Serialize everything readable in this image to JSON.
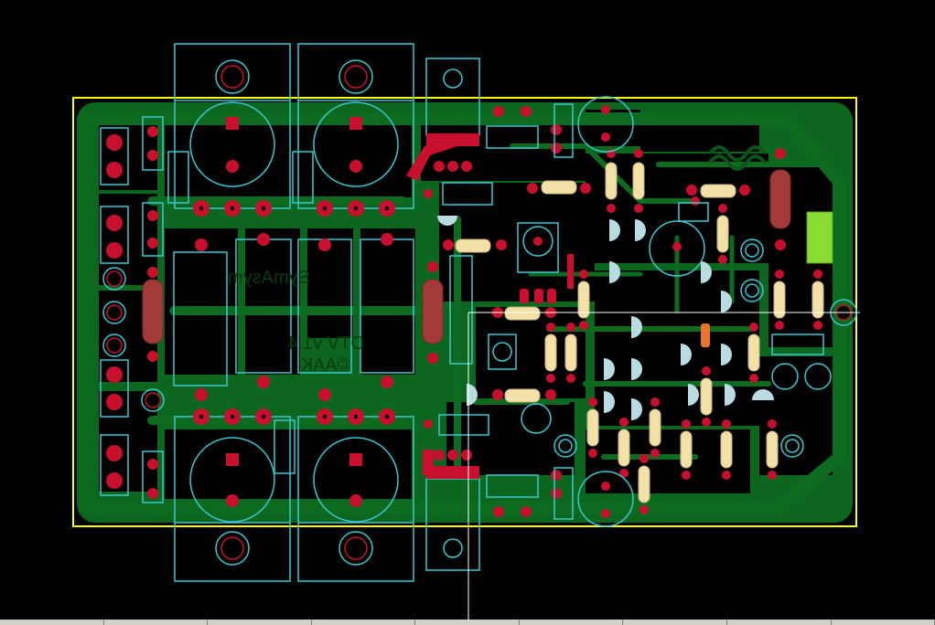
{
  "board": {
    "title_text": "SymAsym",
    "version_text": "DTV v1.4",
    "author_text": "©AAK",
    "colors": {
      "background": "#000000",
      "outline": "#ffff00",
      "copper": "#0d6b1f",
      "pad": "#c8102e",
      "silkscreen": "#39c8d4",
      "resistor": "#f3e0a6",
      "power_resistor": "#a33a3a",
      "capacitor": "#88dd33",
      "transistor": "#b9dce2"
    },
    "icons": [
      "logo-wave-icon",
      "crosshair-cursor-icon"
    ]
  }
}
